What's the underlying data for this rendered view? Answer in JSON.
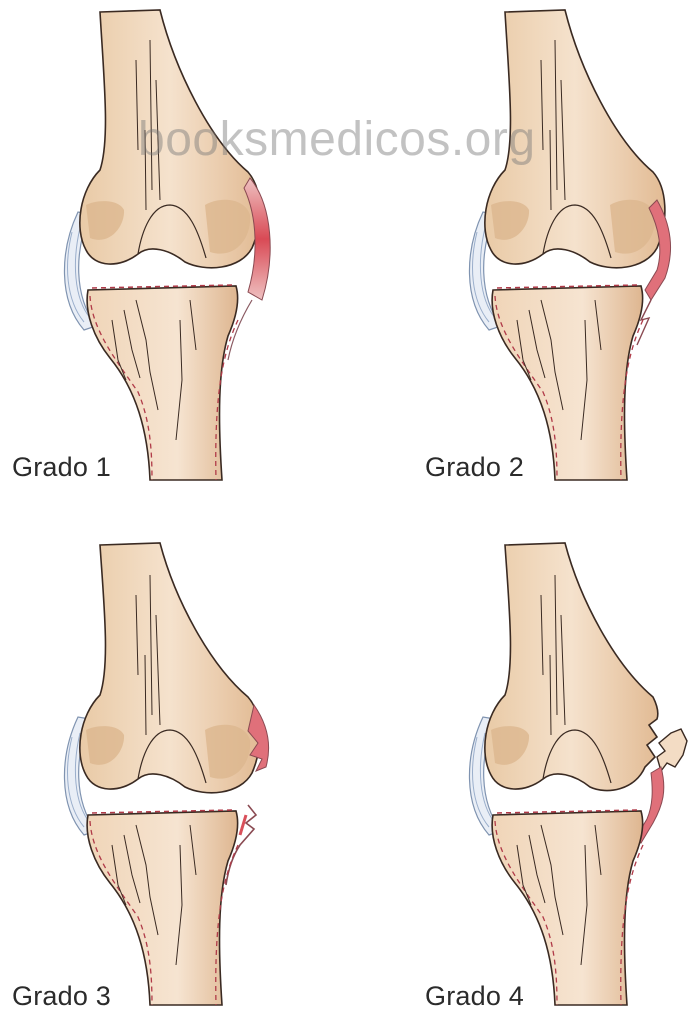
{
  "watermark": "booksmedicos.org",
  "panels": [
    {
      "label": "Grado 1"
    },
    {
      "label": "Grado 2"
    },
    {
      "label": "Grado 3"
    },
    {
      "label": "Grado 4"
    }
  ],
  "colors": {
    "bone": "#f3dcc4",
    "bone_shadow": "#d8b48d",
    "ligament_red": "#d9505a",
    "ligament_blue": "#a8bcd6",
    "dashed_line": "#b03a48"
  }
}
